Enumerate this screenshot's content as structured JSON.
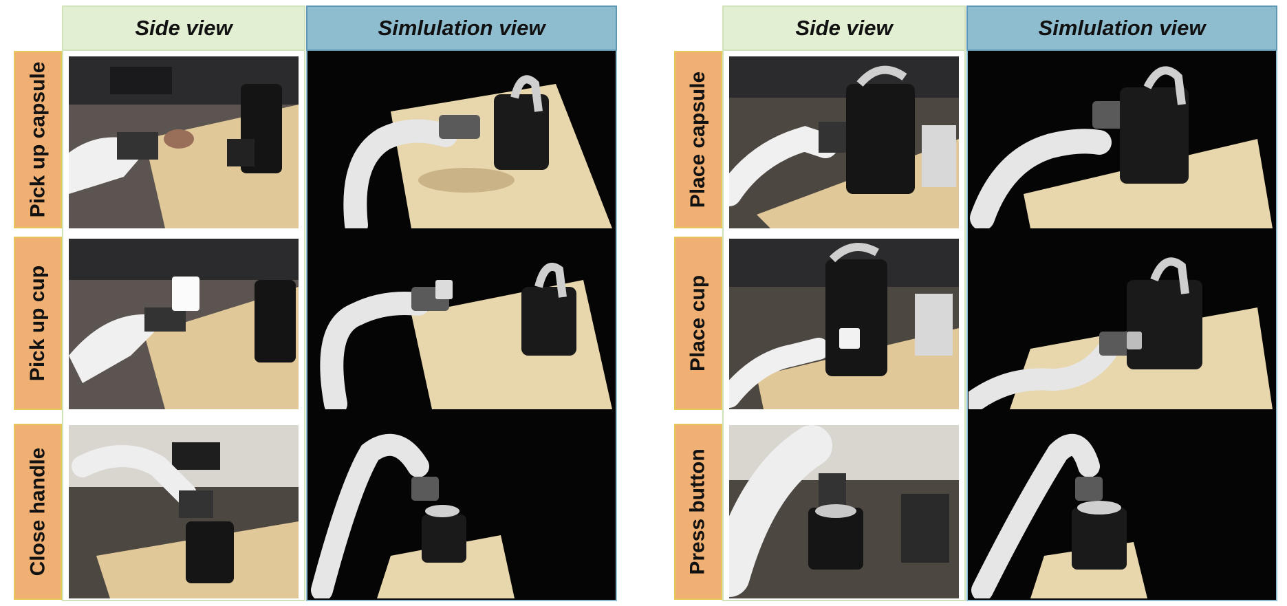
{
  "headers": {
    "side_view": "Side view",
    "simulation_view": "Simlulation view"
  },
  "left_panel": {
    "rows": [
      {
        "label": "Pick up capsule"
      },
      {
        "label": "Pick up cup"
      },
      {
        "label": "Close handle"
      }
    ]
  },
  "right_panel": {
    "rows": [
      {
        "label": "Place capsule"
      },
      {
        "label": "Place cup"
      },
      {
        "label": "Press button"
      }
    ]
  },
  "colors": {
    "side_header_bg": "#e2efd3",
    "sim_header_bg": "#8fbdd0",
    "label_bg": "#f0b073",
    "label_border": "#e7c65a",
    "sim_bg": "#050505"
  },
  "icons": {
    "robot_arm": "robot-arm-graphic",
    "coffee_machine": "coffee-machine-graphic"
  }
}
